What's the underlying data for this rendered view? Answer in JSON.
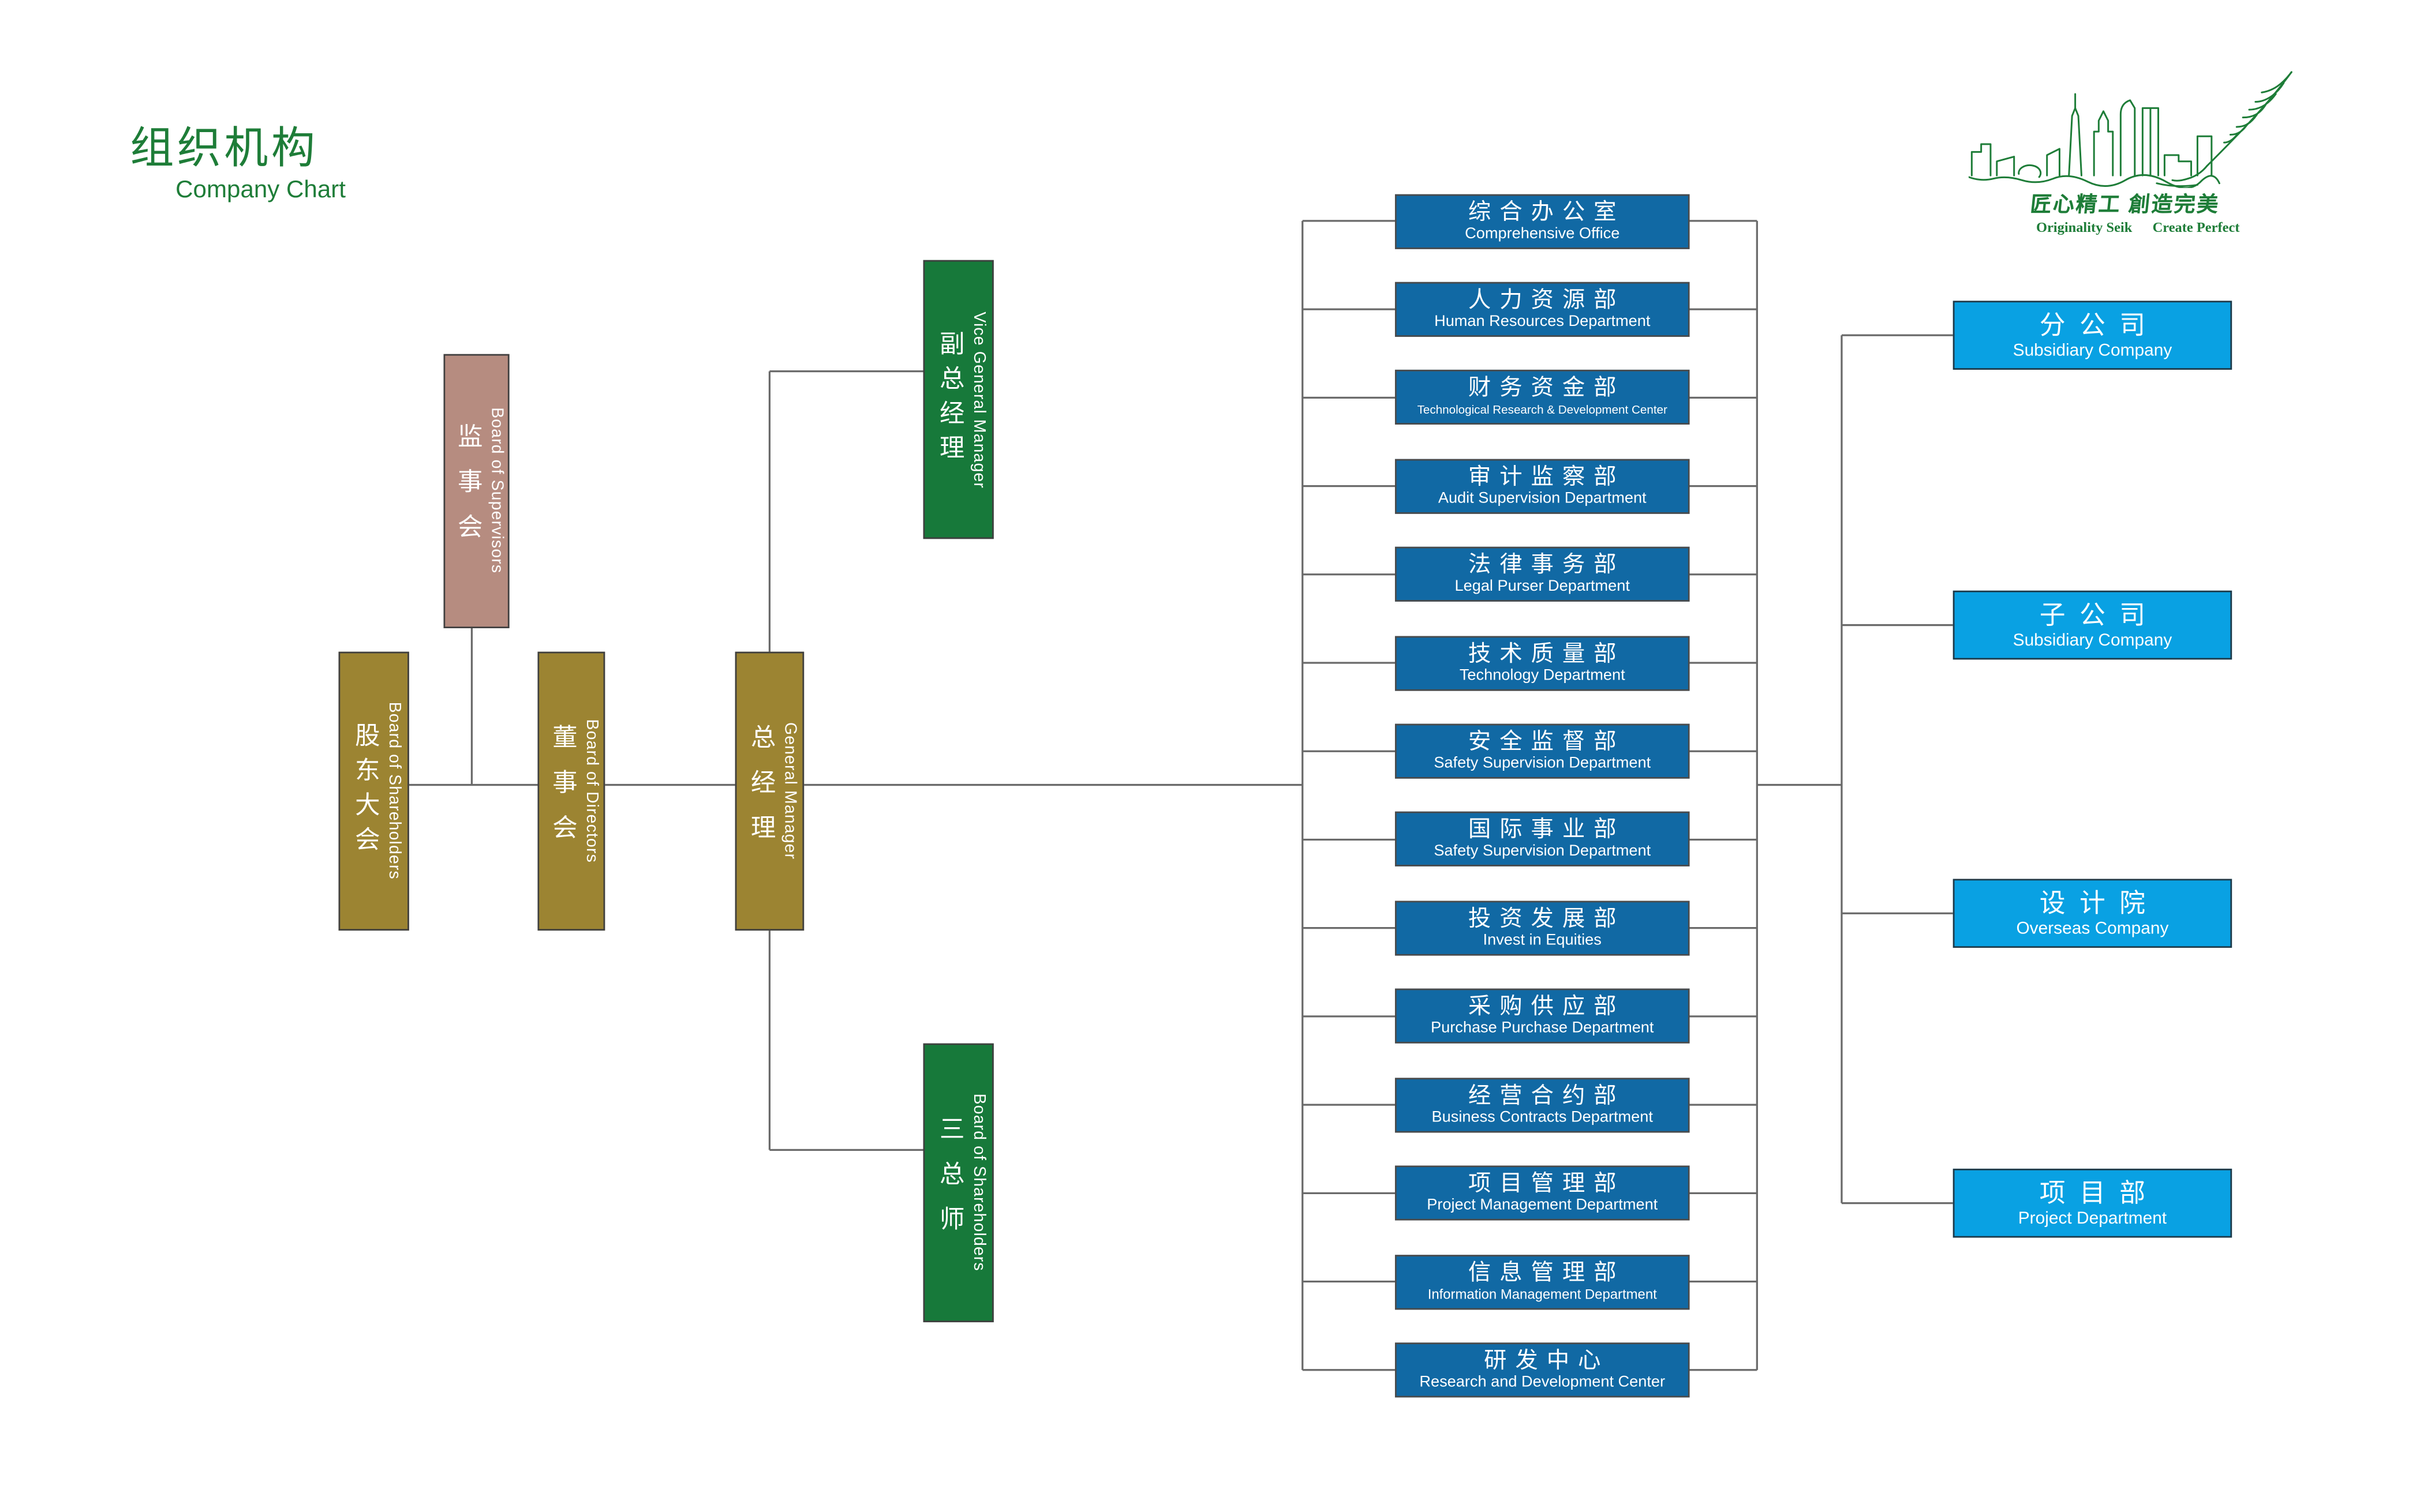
{
  "page": {
    "title_zh": "组织机构",
    "title_en": "Company Chart"
  },
  "logo": {
    "slogan_zh": "匠心精工 創造完美",
    "slogan_en_left": "Originality Seik",
    "slogan_en_right": "Create Perfect"
  },
  "governance": [
    {
      "key": "board-of-supervisors",
      "zh": "监事会",
      "en": "Board of Supervisors",
      "color": "#b68c80"
    },
    {
      "key": "board-of-shareholders",
      "zh": "股东大会",
      "en": "Board of Shareholders",
      "color": "#9c8432"
    },
    {
      "key": "board-of-directors",
      "zh": "董事会",
      "en": "Board of Directors",
      "color": "#9c8432"
    },
    {
      "key": "general-manager",
      "zh": "总经理",
      "en": "General Manager",
      "color": "#9c8432"
    },
    {
      "key": "vice-general-manager",
      "zh": "副总经理",
      "en": "Vice General Manager",
      "color": "#17793a"
    },
    {
      "key": "three-chief-engineers",
      "zh": "三总师",
      "en": "Board of Shareholders",
      "color": "#17793a"
    }
  ],
  "departments": [
    {
      "zh": "综合办公室",
      "en": "Comprehensive Office"
    },
    {
      "zh": "人力资源部",
      "en": "Human Resources Department"
    },
    {
      "zh": "财务资金部",
      "en": "Technological Research & Development Center"
    },
    {
      "zh": "审计监察部",
      "en": "Audit Supervision Department"
    },
    {
      "zh": "法律事务部",
      "en": "Legal Purser Department"
    },
    {
      "zh": "技术质量部",
      "en": "Technology Department"
    },
    {
      "zh": "安全监督部",
      "en": "Safety Supervision Department"
    },
    {
      "zh": "国际事业部",
      "en": "Safety Supervision Department"
    },
    {
      "zh": "投资发展部",
      "en": "Invest in Equities"
    },
    {
      "zh": "采购供应部",
      "en": "Purchase Purchase Department"
    },
    {
      "zh": "经营合约部",
      "en": "Business Contracts Department"
    },
    {
      "zh": "项目管理部",
      "en": "Project Management Department"
    },
    {
      "zh": "信息管理部",
      "en": "Information Management Department"
    },
    {
      "zh": "研发中心",
      "en": "Research and Development Center"
    }
  ],
  "subsidiaries": [
    {
      "zh": "分公司",
      "en": "Subsidiary Company"
    },
    {
      "zh": "子公司",
      "en": "Subsidiary Company"
    },
    {
      "zh": "设计院",
      "en": "Overseas Company"
    },
    {
      "zh": "项目部",
      "en": "Project Department"
    }
  ],
  "colors": {
    "accent_green": "#1e7d38",
    "department_blue": "#1169a4",
    "subsidiary_blue": "#09a1e3",
    "olive_gold": "#9c8432",
    "mauve": "#b68c80",
    "dark_green": "#17793a",
    "line": "#6a6a6a"
  }
}
